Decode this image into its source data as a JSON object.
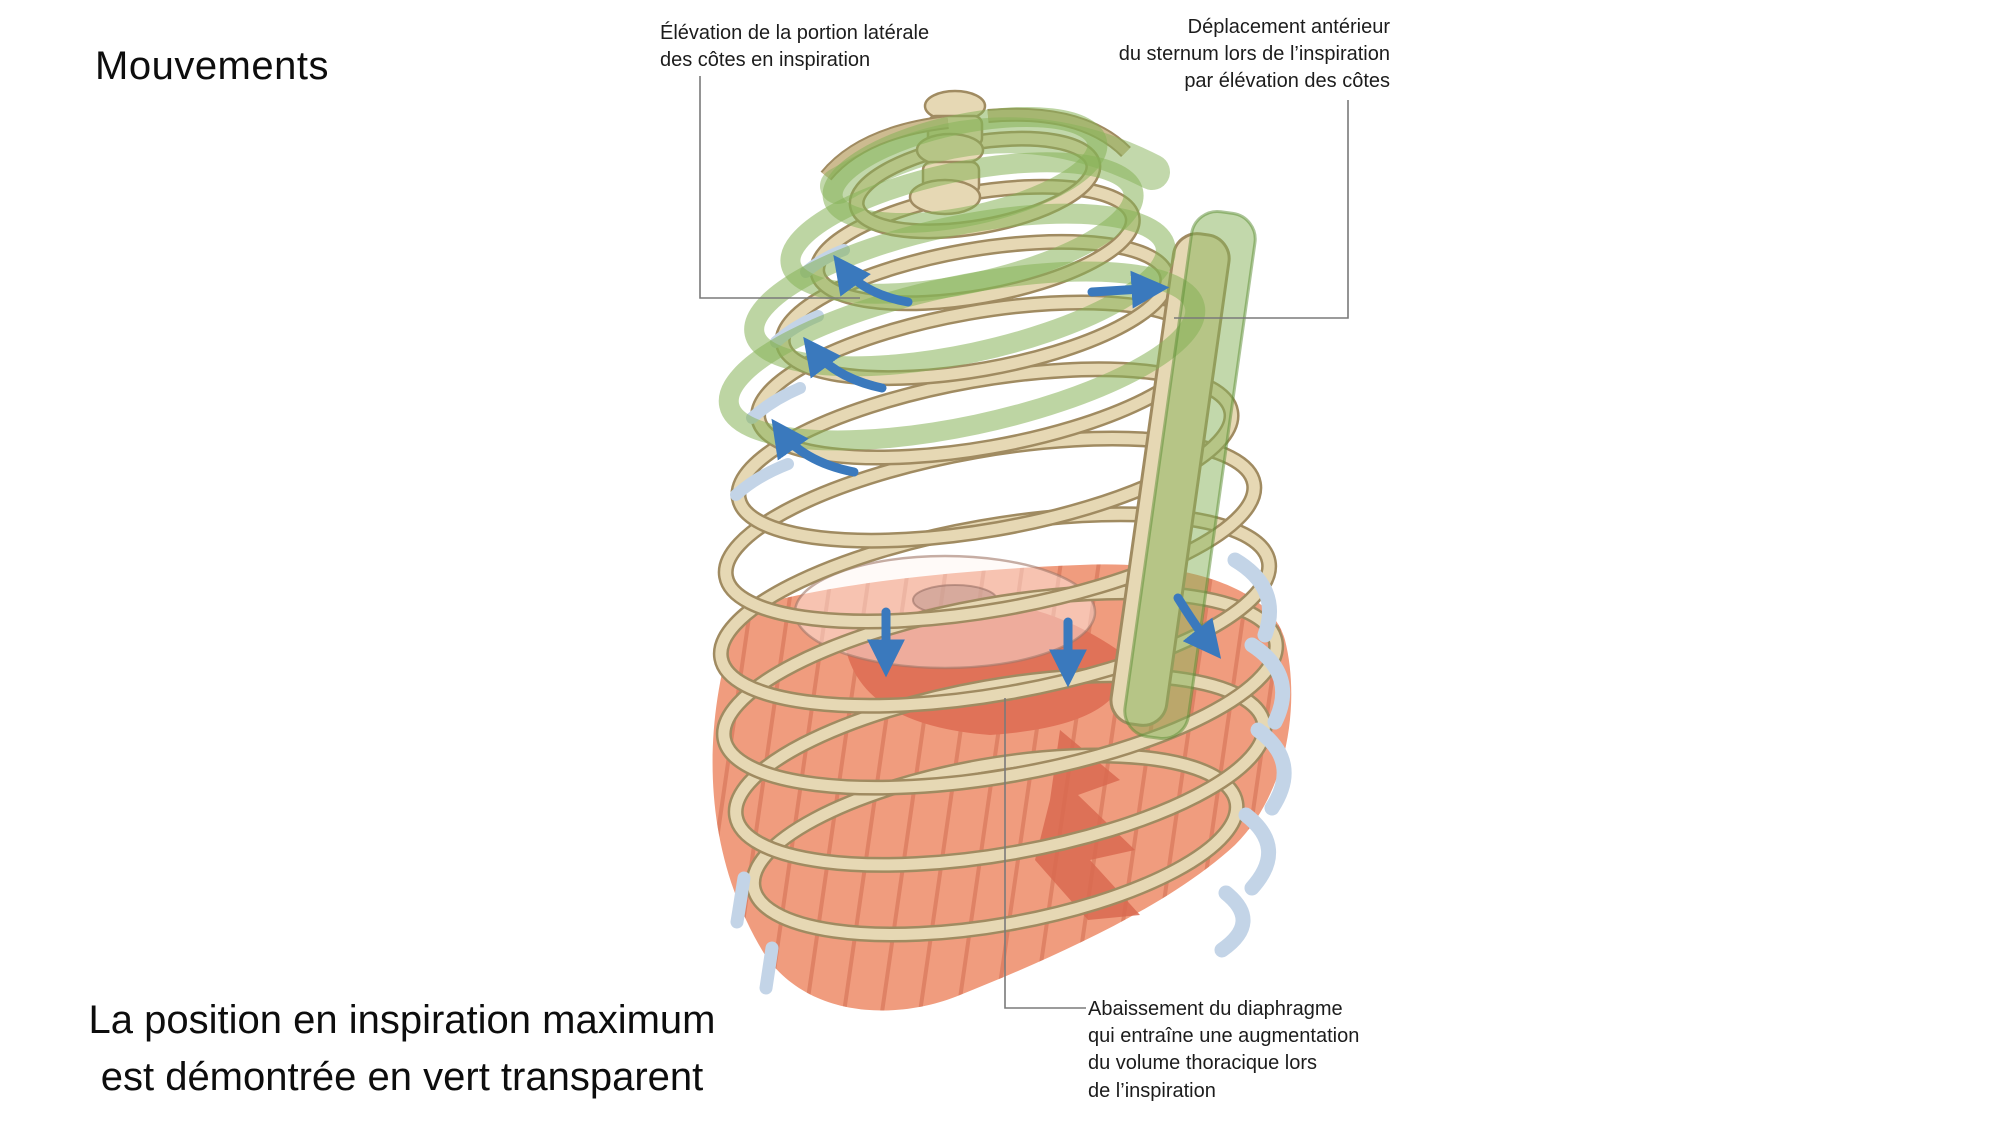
{
  "slide": {
    "title": "Mouvements",
    "caption": {
      "line1": "La position en inspiration maximum",
      "line2": "est démontrée en vert transparent"
    }
  },
  "labels": {
    "lateral_elevation": {
      "lines": [
        "Élévation de la portion latérale",
        "des côtes en inspiration"
      ]
    },
    "sternum_displacement": {
      "lines": [
        "Déplacement antérieur",
        "du sternum lors de l’inspiration",
        "par élévation des côtes"
      ]
    },
    "diaphragm_lowering": {
      "lines": [
        "Abaissement du diaphragme",
        "qui entraîne une augmentation",
        "du volume thoracique lors",
        "de l’inspiration"
      ]
    }
  },
  "colors": {
    "background": "#ffffff",
    "text": "#111111",
    "bone": "#e6d8b4",
    "bone_outline": "#a08b61",
    "cartilage": "#c3d4e7",
    "muscle": "#f09c7e",
    "diaphragm": "#e07258",
    "inspiration_overlay_green": "rgba(134,178,88,0.55)",
    "arrow_blue": "#3a79bd",
    "leader_line": "#7a7a7a"
  }
}
